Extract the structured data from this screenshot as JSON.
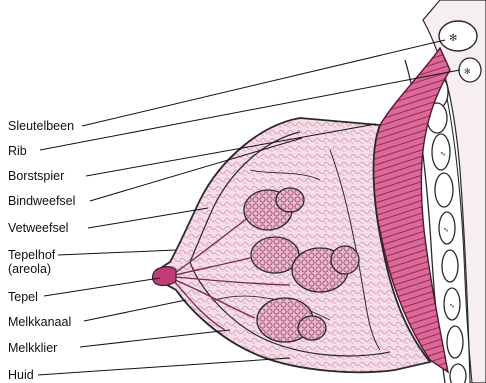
{
  "labels": {
    "sleutelbeen": "Sleutelbeen",
    "rib": "Rib",
    "borstspier": "Borstspier",
    "bindweefsel": "Bindweefsel",
    "vetweefsel": "Vetweefsel",
    "tepelhof_line1": "Tepelhof",
    "tepelhof_line2": "(areola)",
    "tepel": "Tepel",
    "melkkanaal": "Melkkanaal",
    "melkklier": "Melkklier",
    "huid": "Huid"
  },
  "colors": {
    "tissue": "#f3d6e6",
    "muscle": "#d9608f",
    "muscle_dark": "#8a2150",
    "gland": "#e8a9c6",
    "outline": "#2a2a2a",
    "nipple": "#c23d75"
  }
}
